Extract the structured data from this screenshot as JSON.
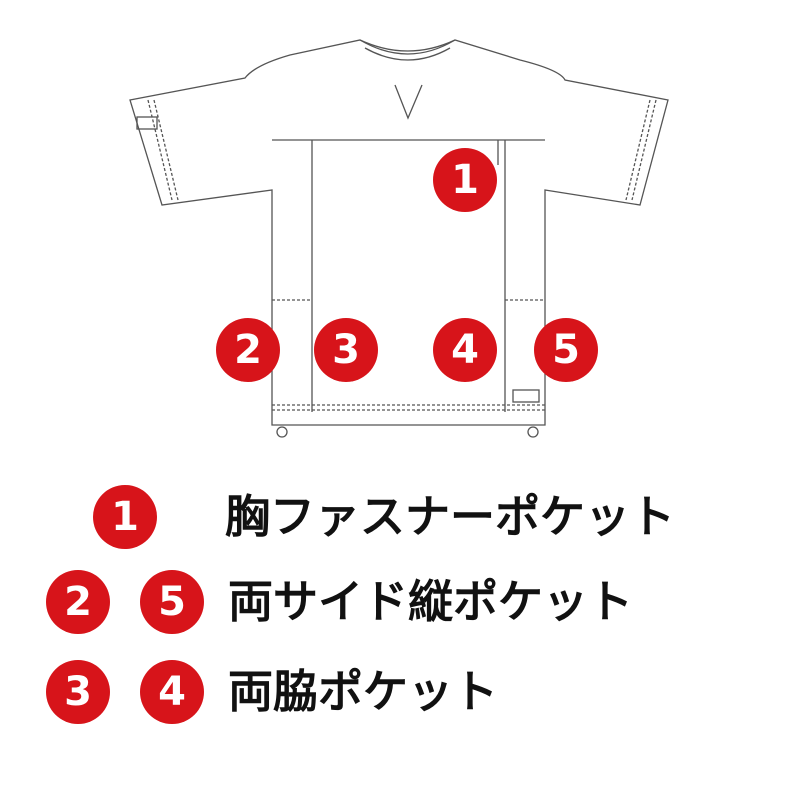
{
  "badge_color": "#d7141a",
  "diagram": {
    "markers": [
      "1",
      "2",
      "3",
      "4",
      "5"
    ]
  },
  "legend": [
    {
      "numbers": [
        "1"
      ],
      "text": "胸ファスナーポケット"
    },
    {
      "numbers": [
        "2",
        "5"
      ],
      "text": "両サイド縦ポケット"
    },
    {
      "numbers": [
        "3",
        "4"
      ],
      "text": "両脇ポケット"
    }
  ]
}
